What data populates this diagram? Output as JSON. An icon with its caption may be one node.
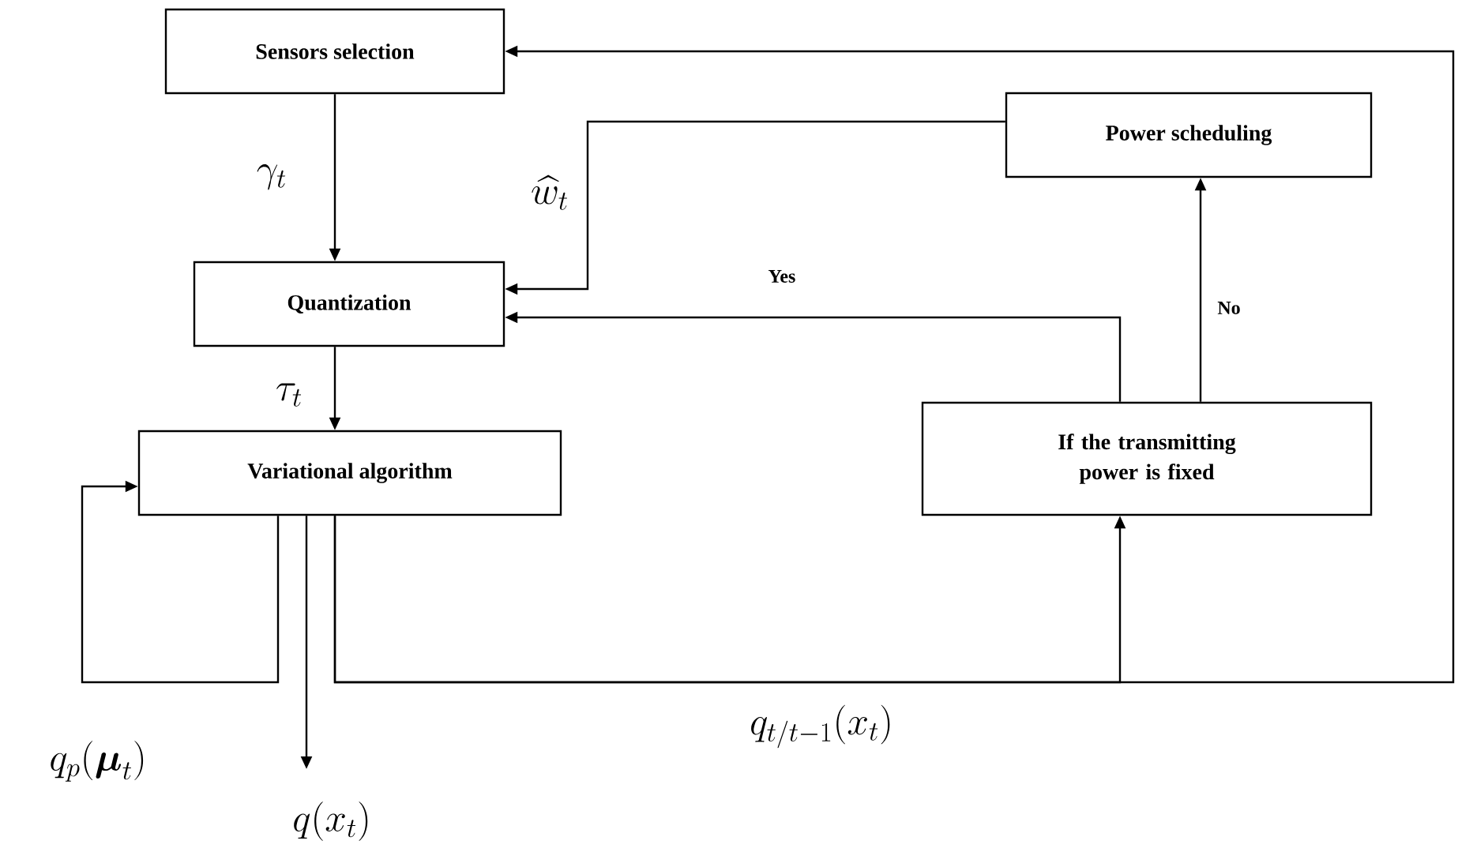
{
  "diagram": {
    "nodes": [
      {
        "text": [
          "Sensors selection"
        ]
      },
      {
        "text": [
          "Power scheduling"
        ]
      },
      {
        "text": [
          "Quantization"
        ]
      },
      {
        "text": [
          "Variational algorithm"
        ]
      },
      {
        "text": [
          "If the transmitting power is fixed"
        ]
      }
    ],
    "edges": [
      {
        "from": 0,
        "to": 2,
        "arrow": "to",
        "label": "\\gamma_t"
      },
      {
        "from": 1,
        "to": 2,
        "arrow": "to",
        "label": "\\widehat{w}_t"
      },
      {
        "from": 4,
        "to": 2,
        "arrow": "to",
        "label": "Yes"
      },
      {
        "from": 4,
        "to": 1,
        "arrow": "to",
        "label": "No"
      },
      {
        "from": 2,
        "to": 3,
        "arrow": "to",
        "label": "\\tau_t"
      },
      {
        "from": 3,
        "to": 3,
        "arrow": "to",
        "label": "q_p(\\boldsymbol{\\mu}_t)"
      },
      {
        "from": 3,
        "to": null,
        "arrow": "to",
        "label": "q(x_t)"
      },
      {
        "from": 3,
        "to": 4,
        "arrow": "to",
        "label": "q_{t/t-1}(x_t)"
      },
      {
        "from": 3,
        "to": 0,
        "arrow": "to"
      }
    ]
  }
}
